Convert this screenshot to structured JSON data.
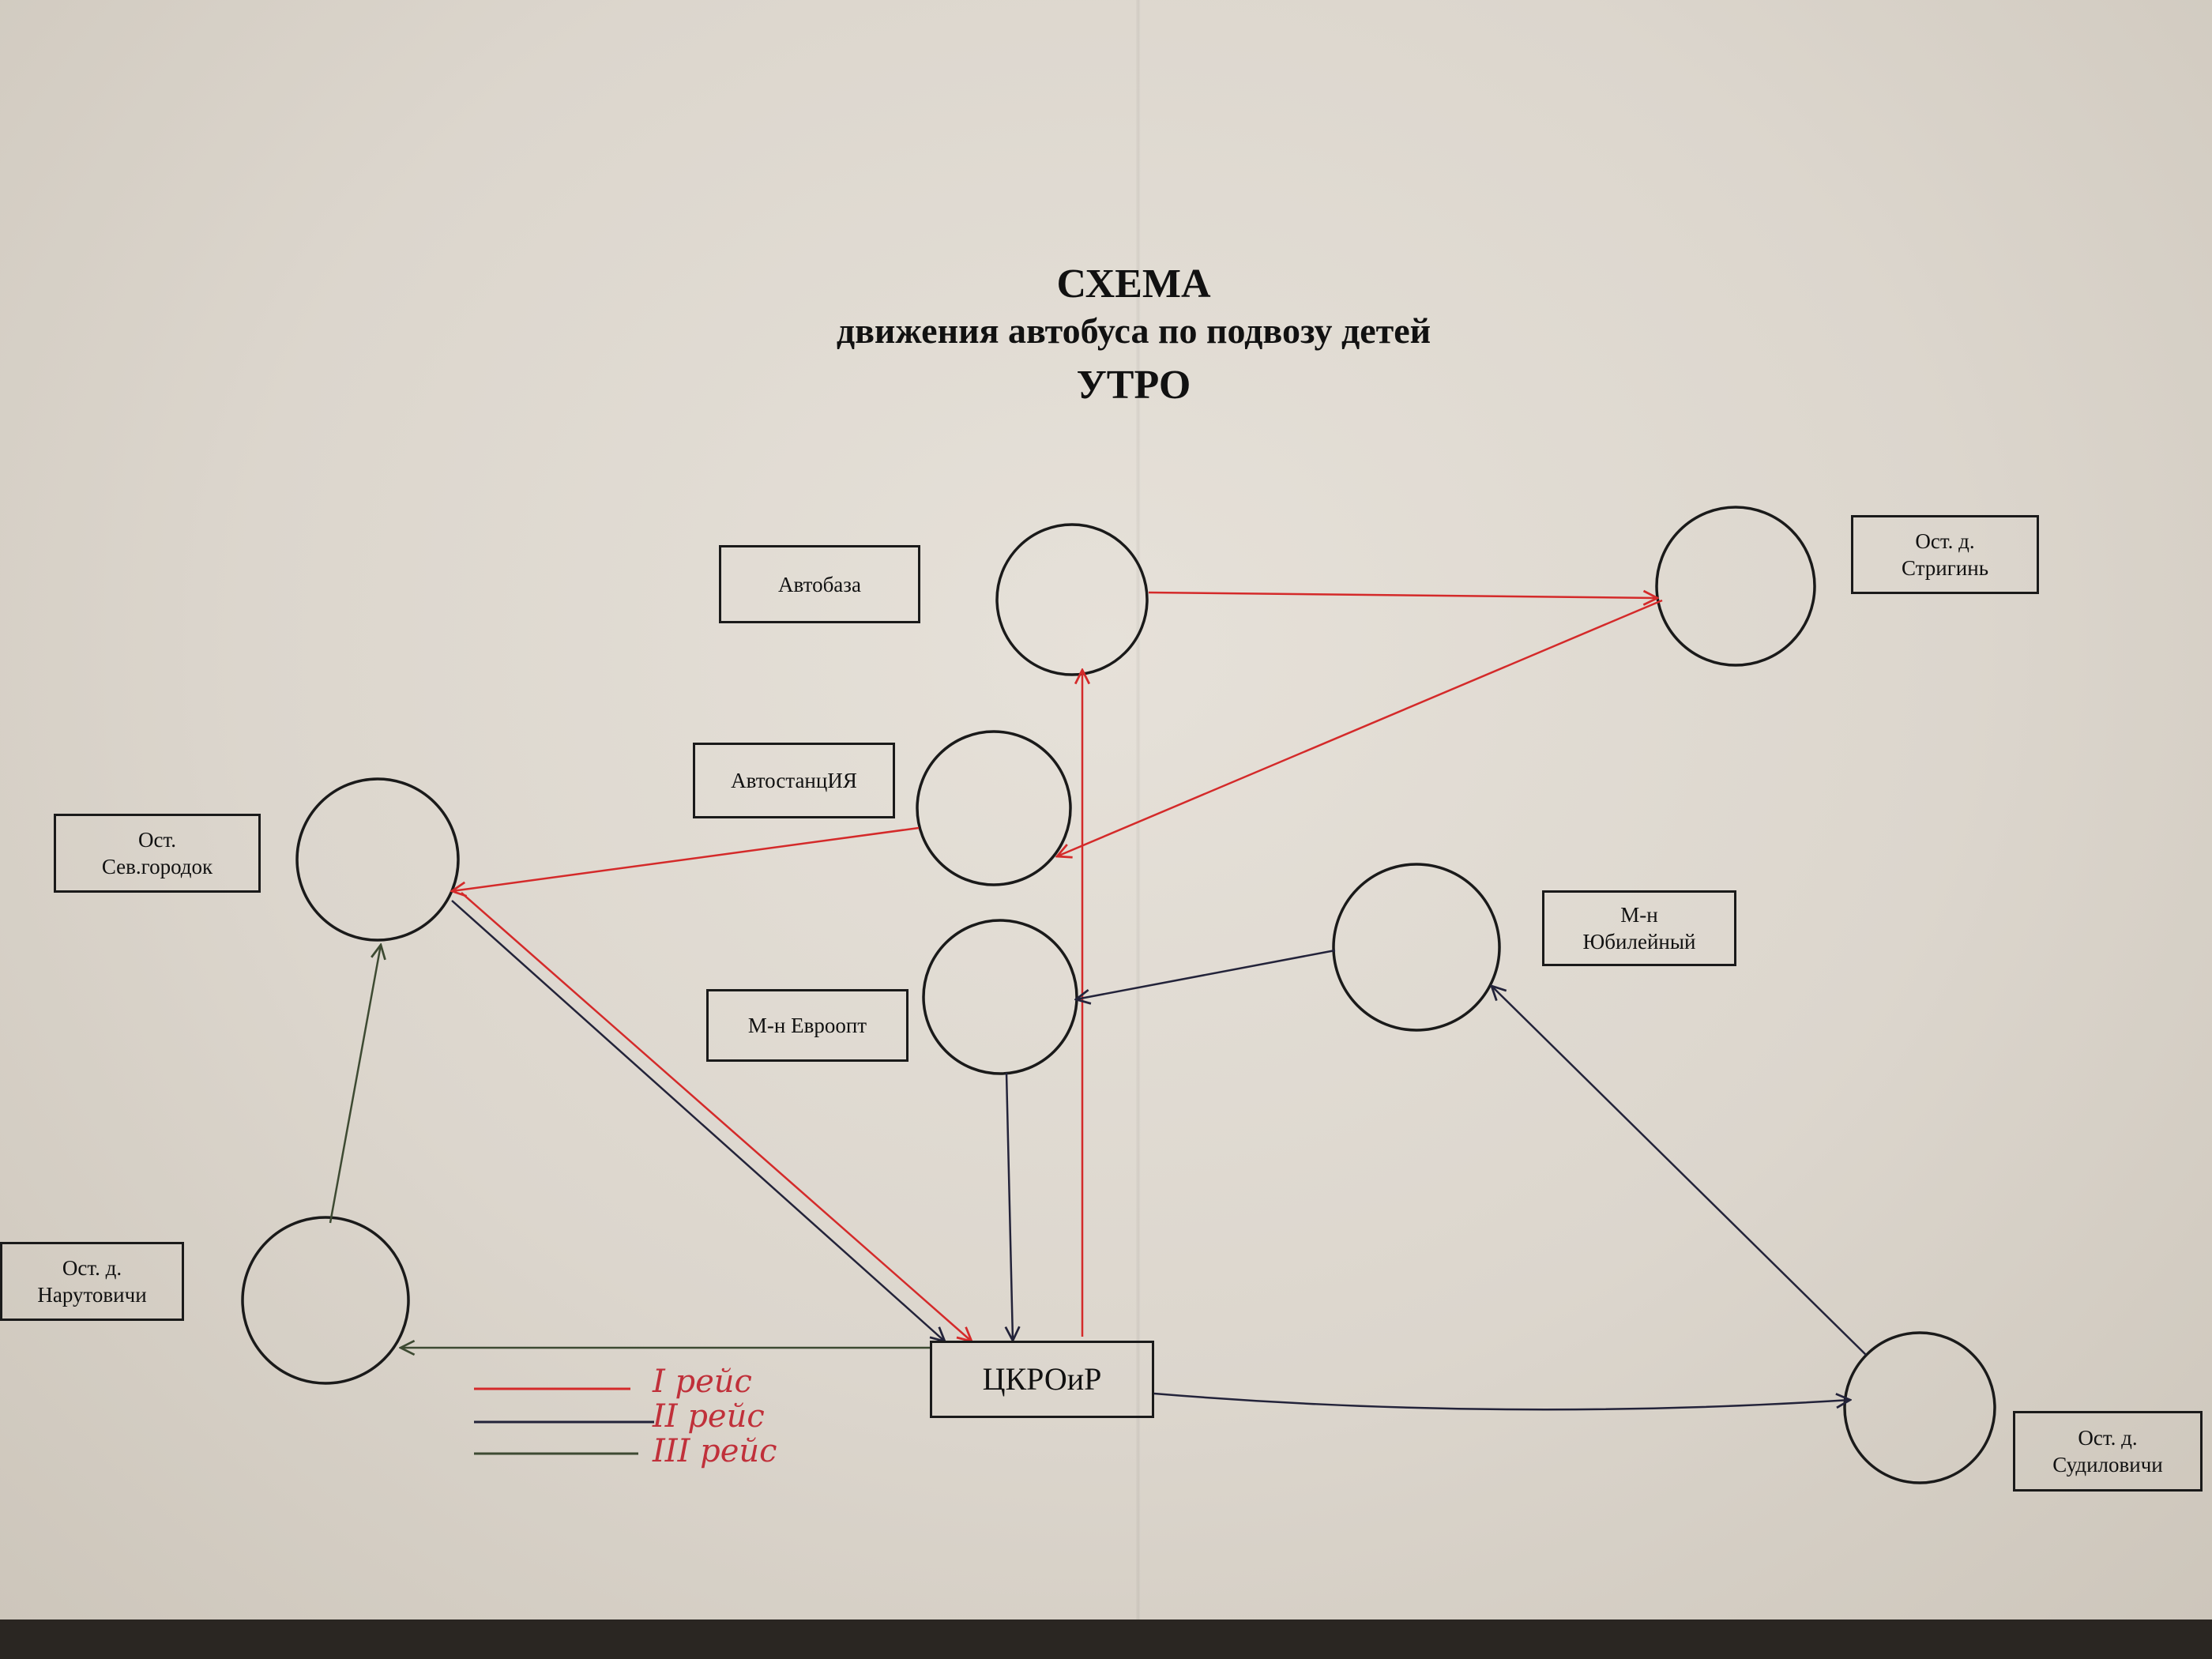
{
  "title": {
    "main": "СХЕМА",
    "subtitle": "движения автобуса по подвозу детей",
    "time_of_day": "УТРО"
  },
  "nodes": {
    "avtobaza": {
      "lines": [
        "Автобаза"
      ]
    },
    "stigin": {
      "lines": [
        "Ост. д.",
        "Стригинь"
      ]
    },
    "avtostanciya": {
      "lines": [
        "АвтостанцИЯ"
      ]
    },
    "sevgorodok": {
      "lines": [
        "Ост.",
        "Сев.городок"
      ]
    },
    "yubileyny": {
      "lines": [
        "М-н",
        "Юбилейный"
      ]
    },
    "evroopt": {
      "lines": [
        "М-н Евроопт"
      ]
    },
    "narutovichi": {
      "lines": [
        "Ост. д.",
        "Нарутовичи"
      ]
    },
    "tskroir": {
      "lines": [
        "ЦКРОиР"
      ]
    },
    "sudilovichi": {
      "lines": [
        "Ост. д.",
        "Судиловичи"
      ]
    }
  },
  "legend": [
    {
      "label": "I рейс",
      "color": "#d42a2a"
    },
    {
      "label": "II рейс",
      "color": "#23233a"
    },
    {
      "label": "III рейс",
      "color": "#3d4a32"
    }
  ],
  "colors": {
    "trip1": "#d42a2a",
    "trip2": "#23233a",
    "trip3": "#3d4a32",
    "ink": "#1a1a1a"
  }
}
